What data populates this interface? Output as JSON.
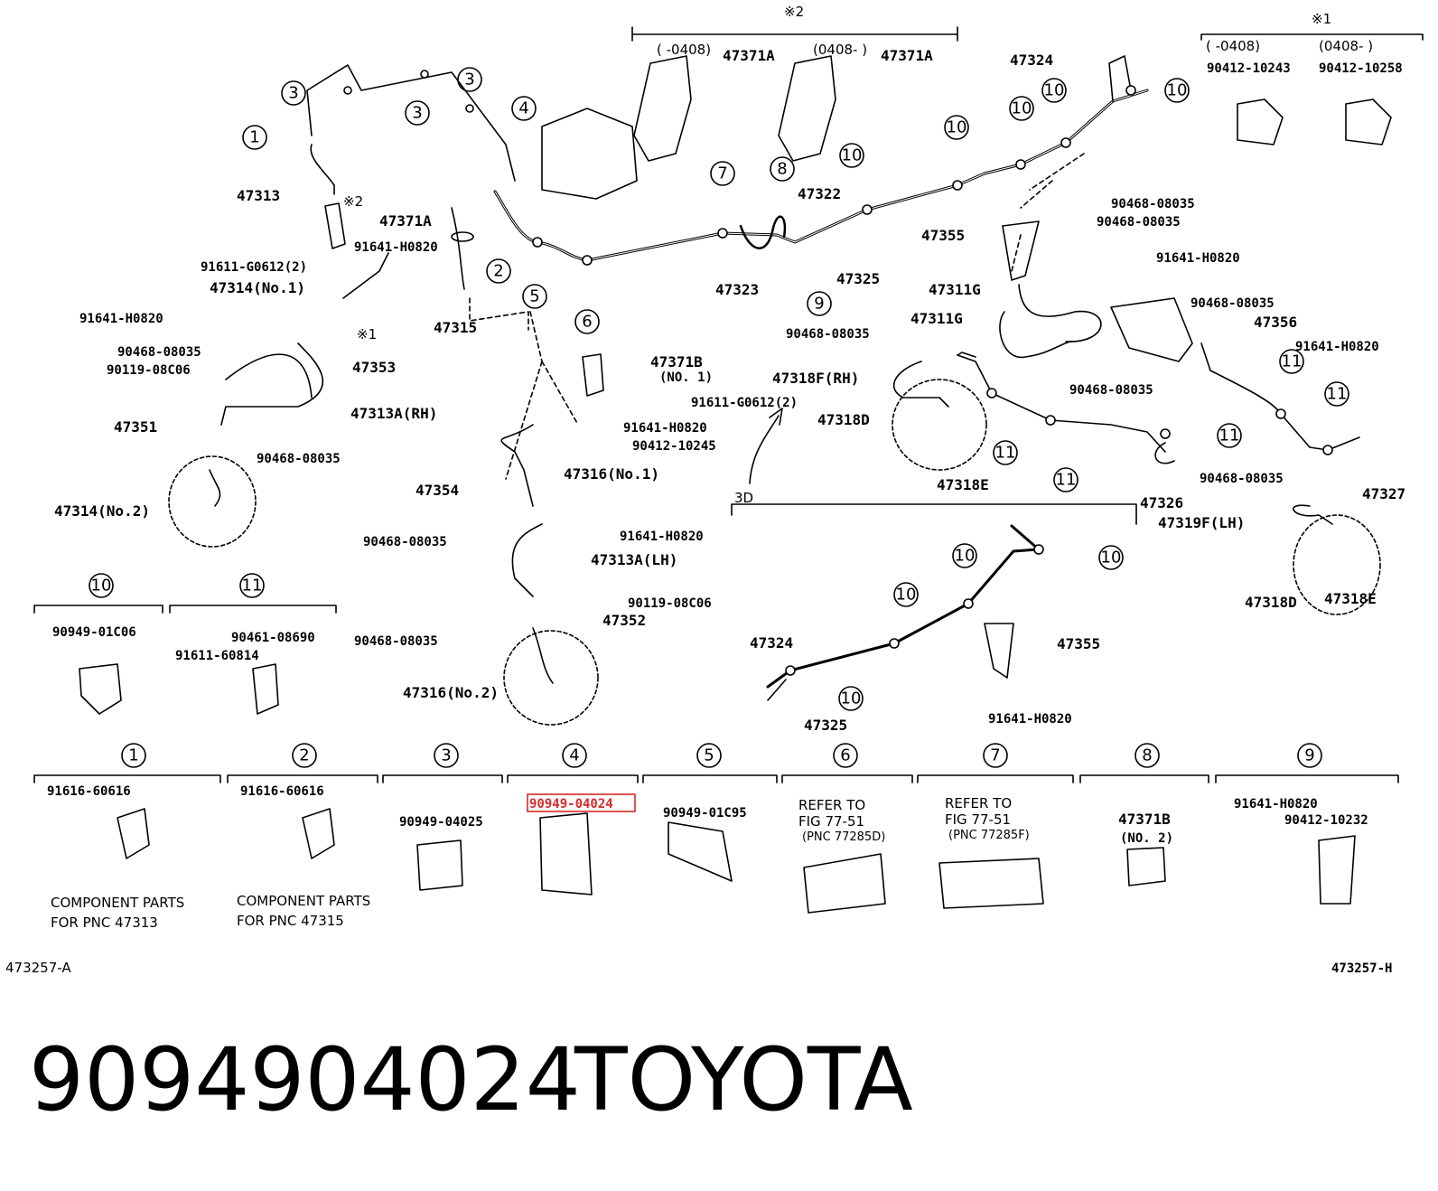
{
  "callouts": [
    "1",
    "2",
    "3",
    "4",
    "5",
    "6",
    "7",
    "8",
    "9",
    "10",
    "11"
  ],
  "notes": {
    "note1": "※1",
    "note2": "※2",
    "note2_small": "※2",
    "note1_small": "※1"
  },
  "ranges": {
    "r1": "( -0408)",
    "r2": "(0408- )",
    "r3": "( -0408)",
    "r4": "(0408- )",
    "view_3d": "3D"
  },
  "labels": {
    "l47371A_a": "47371A",
    "l47371A_b": "47371A",
    "l47324_top": "47324",
    "l90412_10243": "90412-10243",
    "l90412_10258": "90412-10258",
    "l47313": "47313",
    "l47371A_c": "47371A",
    "l91641_H0820_a": "91641-H0820",
    "l91611_G0612_a": "91611-G0612(2)",
    "l47314_no1": "47314(No.1)",
    "l91641_H0820_b": "91641-H0820",
    "l90468_08035_a": "90468-08035",
    "l90119_08C06_a": "90119-08C06",
    "l47353": "47353",
    "l47313A_RH": "47313A(RH)",
    "l47351": "47351",
    "l90468_08035_b": "90468-08035",
    "l47314_no2": "47314(No.2)",
    "l47315": "47315",
    "l47322": "47322",
    "l47323": "47323",
    "l47325_a": "47325",
    "l47371B": "47371B",
    "l47371B_no1": "(NO. 1)",
    "l91611_G0612_b": "91611-G0612(2)",
    "l91641_H0820_c": "91641-H0820",
    "l90412_10245": "90412-10245",
    "l47316_no1": "47316(No.1)",
    "l47354": "47354",
    "l90468_08035_c": "90468-08035",
    "l91641_H0820_d": "91641-H0820",
    "l47313A_LH": "47313A(LH)",
    "l90119_08C06_b": "90119-08C06",
    "l90468_08035_d": "90468-08035",
    "l47352": "47352",
    "l47316_no2": "47316(No.2)",
    "l90468_08035_e": "90468-08035",
    "l90468_08035_f": "90468-08035",
    "l47355_a": "47355",
    "l91641_H0820_e": "91641-H0820",
    "l47311G_a": "47311G",
    "l47311G_b": "47311G",
    "l90468_08035_g": "90468-08035",
    "l47356": "47356",
    "l90468_08035_h": "90468-08035",
    "l91641_H0820_f": "91641-H0820",
    "l47318F_RH": "47318F(RH)",
    "l90468_08035_i": "90468-08035",
    "l47318D_a": "47318D",
    "l47318E_a": "47318E",
    "l90468_08035_j": "90468-08035",
    "l47326": "47326",
    "l47327": "47327",
    "l47319F_LH": "47319F(LH)",
    "l47318D_b": "47318D",
    "l47318E_b": "47318E",
    "l47324_3d": "47324",
    "l47355_3d": "47355",
    "l47325_3d": "47325",
    "l91641_H0820_3d": "91641-H0820",
    "l90949_01C06": "90949-01C06",
    "l90461_08690": "90461-08690",
    "l91611_60814": "91611-60814"
  },
  "legend": {
    "c1_part": "91616-60616",
    "c1_comp_a": "COMPONENT PARTS",
    "c1_comp_b": "FOR PNC 47313",
    "c2_part": "91616-60616",
    "c2_comp_a": "COMPONENT PARTS",
    "c2_comp_b": "FOR PNC 47315",
    "c3_part": "90949-04025",
    "c4_part": "90949-04024",
    "c5_part": "90949-01C95",
    "c6_ref_a": "REFER TO",
    "c6_ref_b": "FIG 77-51",
    "c6_ref_c": "(PNC 77285D)",
    "c7_ref_a": "REFER TO",
    "c7_ref_b": "FIG 77-51",
    "c7_ref_c": "(PNC 77285F)",
    "c8_part": "47371B",
    "c8_part_b": "(NO. 2)",
    "c9_part_a": "91641-H0820",
    "c9_part_b": "90412-10232"
  },
  "codes": {
    "left": "473257-A",
    "right": "473257-H"
  },
  "caption": {
    "part_number": "9094904024",
    "brand": "TOYOTA"
  },
  "colors": {
    "highlight": "#d62a2a",
    "line": "#000000",
    "background": "#ffffff"
  }
}
